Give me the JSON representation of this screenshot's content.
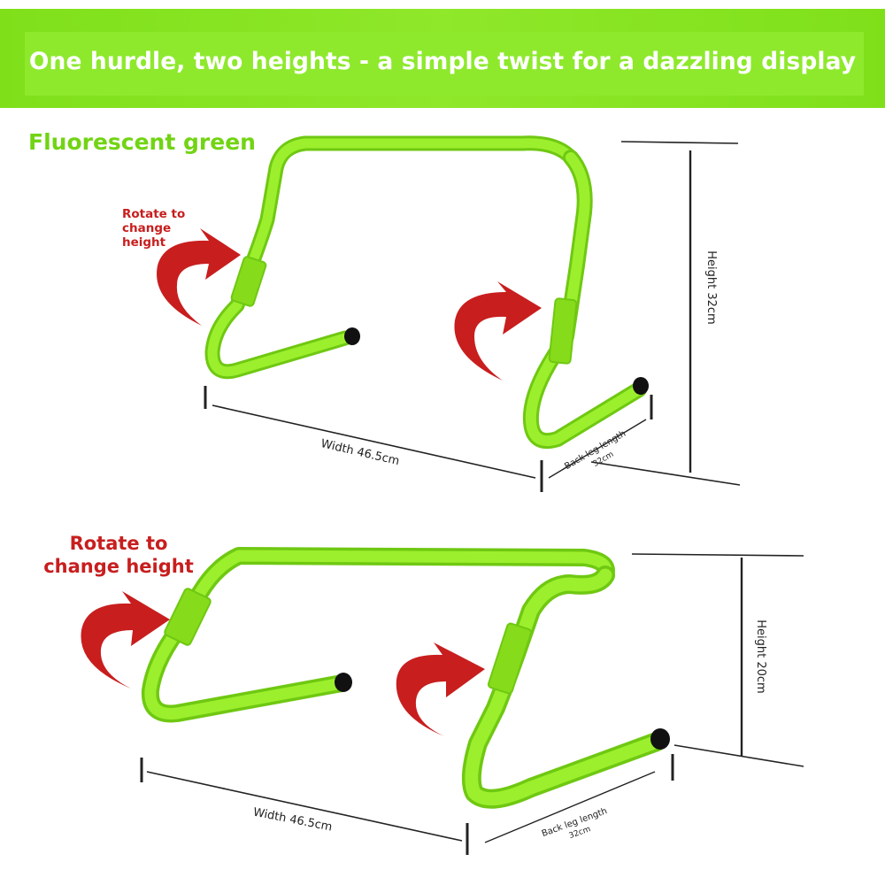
{
  "banner": {
    "title": "One hurdle, two heights - a simple twist for a dazzling display"
  },
  "colors": {
    "banner_green": "#8ee92c",
    "hurdle_green": "#8ee81c",
    "arrow_red": "#c81e1e"
  },
  "color_label": "Fluorescent green",
  "tall_hurdle": {
    "rotate_hint": "Rotate to change height",
    "width_label": "Width 46.5cm",
    "height_label": "Height 32cm",
    "back_leg_label": "Back leg length",
    "back_leg_value": "32cm"
  },
  "short_hurdle": {
    "rotate_hint": "Rotate to change height",
    "width_label": "Width 46.5cm",
    "height_label": "Height 20cm",
    "back_leg_label": "Back leg length",
    "back_leg_value": "32cm"
  }
}
